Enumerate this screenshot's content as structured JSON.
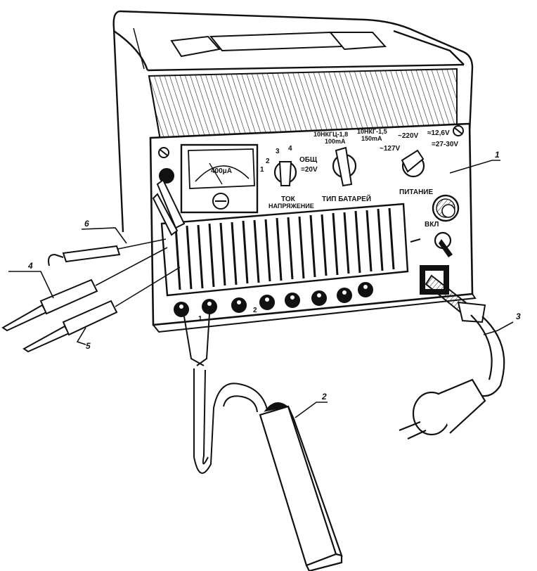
{
  "meter": {
    "scale_label": "400μA"
  },
  "switch_current": {
    "positions": [
      "1",
      "2",
      "3",
      "4"
    ],
    "extra_label": "ОБЩ",
    "extra_value": "=20V",
    "label_top": "ТОК",
    "label_bottom": "НАПРЯЖЕНИЕ"
  },
  "switch_battery": {
    "option_a_line1": "10НКГЦ-1,8",
    "option_a_line2": "100mA",
    "option_b_line1": "10НКГ-1,5",
    "option_b_line2": "150mA",
    "label": "ТИП БАТАРЕЙ"
  },
  "switch_power": {
    "opt_220": "~220V",
    "opt_127": "~127V",
    "opt_12": "≈12,6V",
    "opt_27": "=27-30V",
    "label": "ПИТАНИЕ"
  },
  "power_switch_label": "ВКЛ",
  "terminal_numbers": [
    "1",
    "2"
  ],
  "callouts": {
    "c1": "1",
    "c2": "2",
    "c3": "3",
    "c4": "4",
    "c5": "5",
    "c6": "6"
  }
}
